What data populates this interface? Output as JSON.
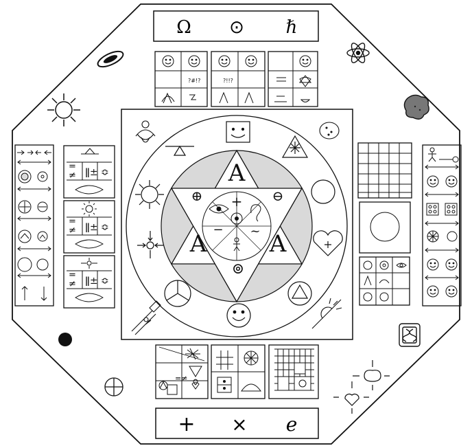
{
  "colors": {
    "ink": "#111111",
    "paper": "#ffffff",
    "shade": "#d9d9d9"
  },
  "top_banner": {
    "symbols": [
      "Ω",
      "⊙",
      "ℏ"
    ]
  },
  "bottom_banner": {
    "symbols": [
      "+",
      "×",
      "e"
    ]
  },
  "center_hexagram": {
    "vertex_labels": [
      "A",
      "A",
      "A"
    ],
    "inner_symbols": [
      "⊕",
      "⊖",
      "+",
      "−",
      "~",
      "⊚"
    ]
  },
  "panel_math_signs": {
    "equals": "=",
    "not_equals": "≠",
    "plus_minus": "±",
    "bang": "!",
    "question_bang": "?!!?"
  },
  "icons": [
    "galaxy-icon",
    "atom-icon",
    "sun-icon",
    "brain-icon",
    "dna-icon",
    "black-dot-icon",
    "crosshair-circle-icon",
    "smiley-icon",
    "heart-icon",
    "eye-icon",
    "ear-icon",
    "balance-icon",
    "nib-pen-icon",
    "sunrise-icon"
  ]
}
